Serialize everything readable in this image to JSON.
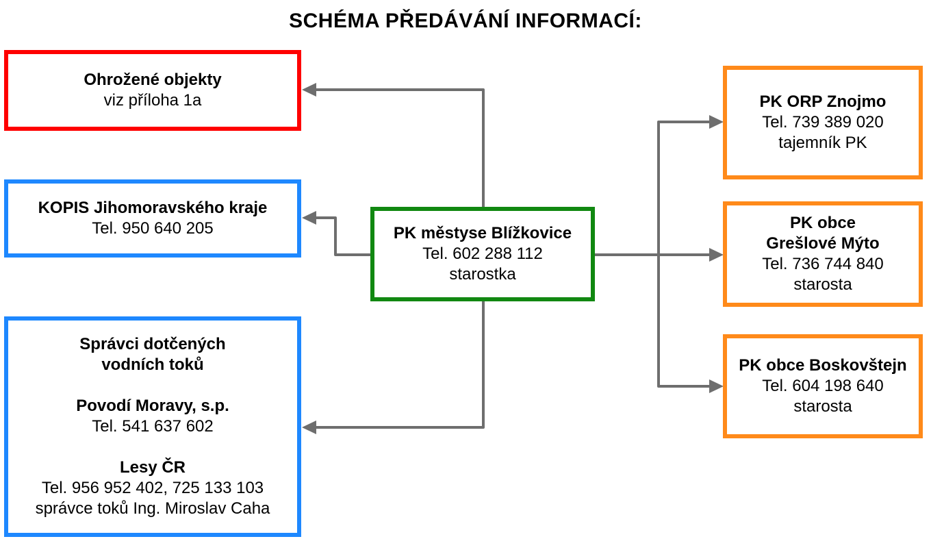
{
  "title": "SCHÉMA PŘEDÁVÁNÍ INFORMACÍ:",
  "colors": {
    "red": "#ff0000",
    "blue": "#1e88ff",
    "green": "#118811",
    "orange": "#ff8a1a",
    "connector": "#6e6e6e"
  },
  "center": {
    "name": "PK městyse Blížkovice",
    "phone": "Tel. 602 288 112",
    "role": "starostka"
  },
  "left": {
    "threatened": {
      "name": "Ohrožené objekty",
      "note": "viz příloha 1a"
    },
    "kopis": {
      "name": "KOPIS Jihomoravského kraje",
      "phone": "Tel. 950 640 205"
    },
    "rivers": {
      "heading_line1": "Správci dotčených",
      "heading_line2": "vodních toků",
      "povodi_name": "Povodí Moravy, s.p.",
      "povodi_phone": "Tel. 541 637 602",
      "lesy_name": "Lesy ČR",
      "lesy_phone": "Tel. 956 952 402, 725 133 103",
      "lesy_contact": "správce toků Ing. Miroslav Caha"
    }
  },
  "right": {
    "orp": {
      "name": "PK ORP Znojmo",
      "phone": "Tel. 739 389 020",
      "role": "tajemník PK"
    },
    "greslove": {
      "name_line1": "PK obce",
      "name_line2": "Grešlové Mýto",
      "phone": "Tel. 736 744 840",
      "role": "starosta"
    },
    "boskovstejn": {
      "name": "PK obce Boskovštejn",
      "phone": "Tel. 604 198 640",
      "role": "starosta"
    }
  }
}
